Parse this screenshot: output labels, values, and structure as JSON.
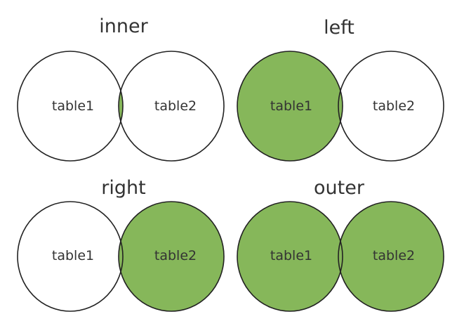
{
  "colors": {
    "fill": "#86b75a",
    "stroke": "#222222",
    "text": "#333333",
    "background": "#ffffff"
  },
  "panels": [
    {
      "title": "inner",
      "left_label": "table1",
      "right_label": "table2",
      "shade": "intersection"
    },
    {
      "title": "left",
      "left_label": "table1",
      "right_label": "table2",
      "shade": "left"
    },
    {
      "title": "right",
      "left_label": "table1",
      "right_label": "table2",
      "shade": "right"
    },
    {
      "title": "outer",
      "left_label": "table1",
      "right_label": "table2",
      "shade": "both"
    }
  ]
}
